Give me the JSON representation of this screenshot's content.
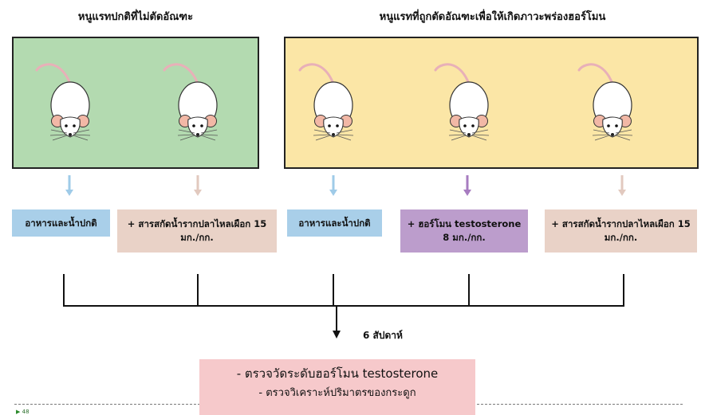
{
  "groups": {
    "control": {
      "title": "หนูแรทปกติที่ไม่ตัดอัณฑะ",
      "treatments": [
        "อาหารและน้ำปกติ",
        "+ สารสกัดน้ำรากปลาไหลเผือก 15 มก./กก."
      ]
    },
    "castrated": {
      "title": "หนูแรทที่ถูกตัดอัณฑะเพื่อให้เกิดภาวะพร่องฮอร์โมน",
      "treatments": [
        "อาหารและน้ำปกติ",
        "+ ฮอร์โมน testosterone 8 มก./กก.",
        "+ สารสกัดน้ำรากปลาไหลเผือก 15 มก./กก."
      ]
    }
  },
  "duration": "6 สัปดาห์",
  "outcomes": [
    "- ตรวจวัดระดับฮอร์โมน testosterone",
    "- ตรวจวิเคราะห์ปริมาตรของกระดูก"
  ],
  "page_number": "48",
  "colors": {
    "control_panel": "#b3dab0",
    "castrated_panel": "#fbe6a6",
    "normal_diet": "#a9cfe9",
    "extract": "#e9d2c7",
    "hormone": "#bc9dcc",
    "result": "#f6c9cb"
  },
  "icons": [
    "rat-icon",
    "arrow-down-icon"
  ]
}
